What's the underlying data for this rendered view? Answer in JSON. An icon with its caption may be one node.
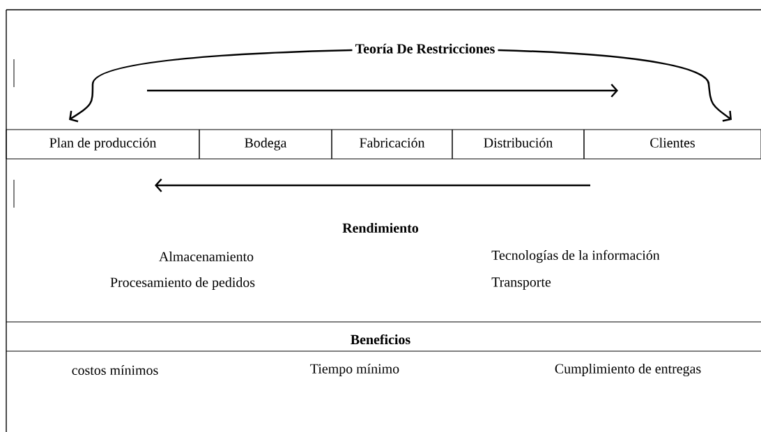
{
  "diagram": {
    "nodes": [
      {
        "text": [
          "Teoría De Restricciones"
        ]
      },
      {
        "text": [
          "Plan de producción"
        ]
      },
      {
        "text": [
          "Bodega"
        ]
      },
      {
        "text": [
          "Fabricación"
        ]
      },
      {
        "text": [
          "Distribución"
        ]
      },
      {
        "text": [
          "Clientes"
        ]
      }
    ],
    "edges": [
      {
        "from": 0,
        "to": 1,
        "arrow": "to"
      },
      {
        "from": 0,
        "to": 5,
        "arrow": "to"
      }
    ],
    "labels": [
      "Rendimiento",
      "Almacenamiento",
      "Tecnologías de la información",
      "Procesamiento de pedidos",
      "Transporte",
      "Beneficios",
      "costos mínimos",
      "Tiempo mínimo",
      "Cumplimiento de entregas"
    ]
  }
}
